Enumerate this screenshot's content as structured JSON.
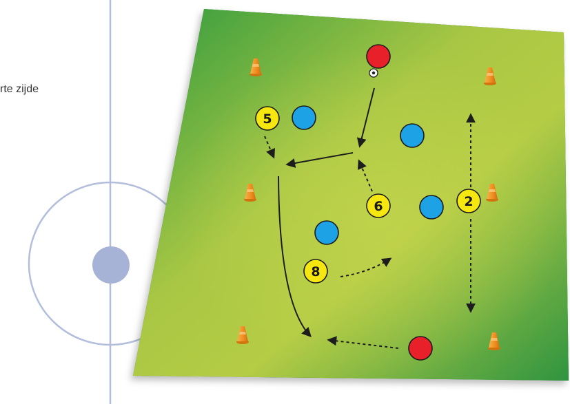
{
  "side_text": "rte zijde",
  "colors": {
    "field_dark": "#2e9a3e",
    "field_light": "#b5cc45",
    "red_player": "#e8202a",
    "blue_player": "#1ea2e6",
    "yellow_player": "#f5e70f",
    "cone": "#f39a2c",
    "page_line": "#b3bedc"
  },
  "players": {
    "red": [
      {
        "id": "red-top"
      },
      {
        "id": "red-bottom"
      }
    ],
    "blue": [
      {
        "id": "blue-1"
      },
      {
        "id": "blue-2"
      },
      {
        "id": "blue-3"
      },
      {
        "id": "blue-4"
      }
    ],
    "yellow": [
      {
        "id": "five",
        "label": "5"
      },
      {
        "id": "six",
        "label": "6"
      },
      {
        "id": "two",
        "label": "2"
      },
      {
        "id": "eight",
        "label": "8"
      }
    ]
  },
  "ball_icon": "soccer-ball-icon",
  "cone_icon": "training-cone-icon",
  "arrow_kinds": [
    "pass",
    "run"
  ]
}
